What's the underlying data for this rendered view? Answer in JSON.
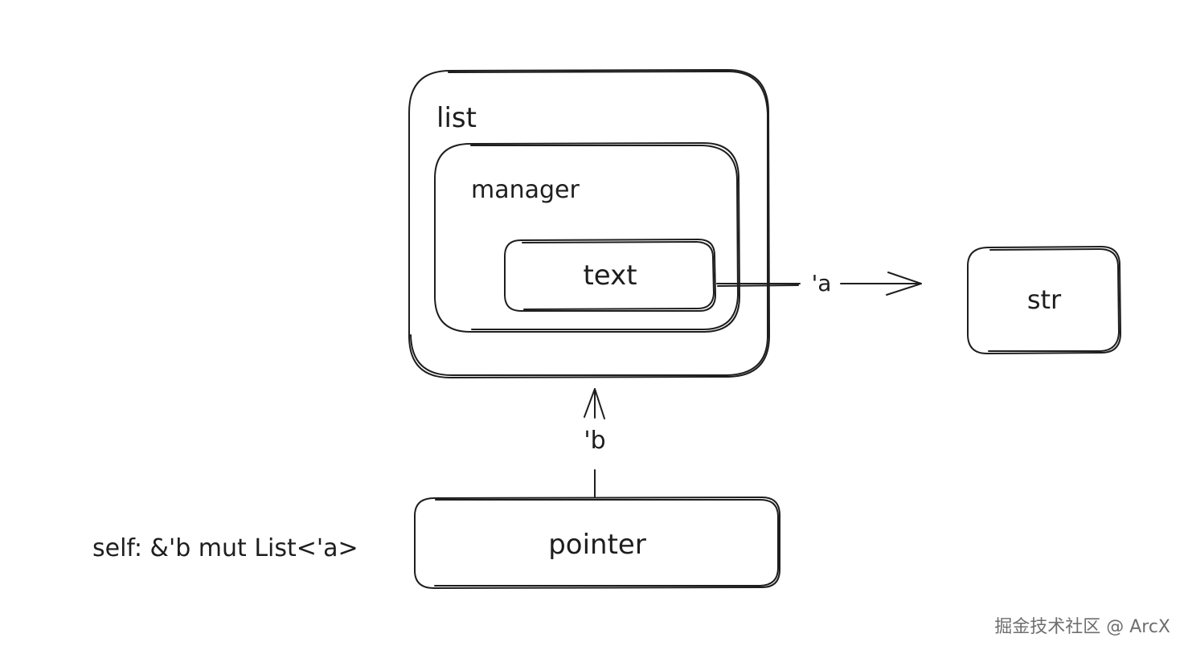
{
  "nodes": {
    "list": "list",
    "manager": "manager",
    "text": "text",
    "str": "str",
    "pointer": "pointer"
  },
  "edges": {
    "text_to_str": "'a",
    "pointer_to_list": "'b"
  },
  "annotation": "self: &'b mut List<'a>",
  "watermark": "掘金技术社区 @ ArcX"
}
